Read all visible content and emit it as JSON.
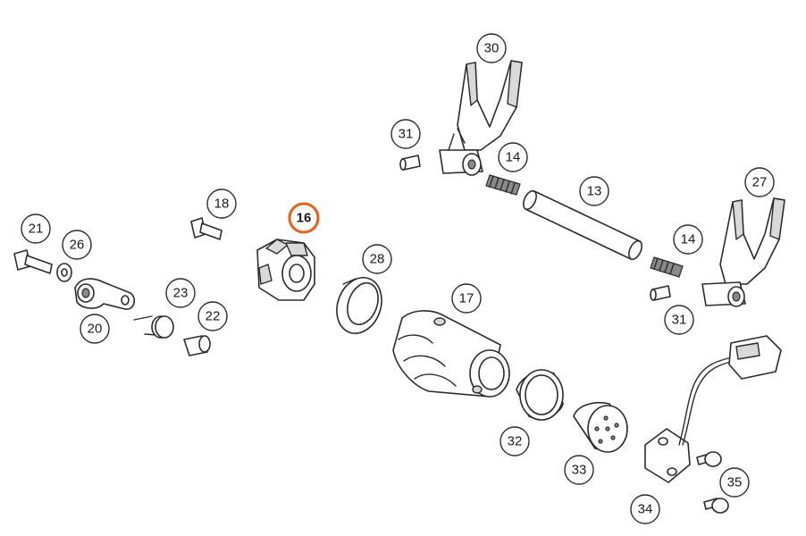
{
  "colors": {
    "line": "#2b2b2b",
    "highlight": "#e8601c",
    "fill_light": "#d9d9d9",
    "fill_dark": "#8a8a8a"
  },
  "highlighted_callout": "16",
  "callouts": [
    {
      "id": "c13",
      "label": "13"
    },
    {
      "id": "c14a",
      "label": "14"
    },
    {
      "id": "c14b",
      "label": "14"
    },
    {
      "id": "c16",
      "label": "16"
    },
    {
      "id": "c17",
      "label": "17"
    },
    {
      "id": "c18",
      "label": "18"
    },
    {
      "id": "c20",
      "label": "20"
    },
    {
      "id": "c21",
      "label": "21"
    },
    {
      "id": "c22",
      "label": "22"
    },
    {
      "id": "c23",
      "label": "23"
    },
    {
      "id": "c26",
      "label": "26"
    },
    {
      "id": "c27",
      "label": "27"
    },
    {
      "id": "c28",
      "label": "28"
    },
    {
      "id": "c30",
      "label": "30"
    },
    {
      "id": "c31a",
      "label": "31"
    },
    {
      "id": "c31b",
      "label": "31"
    },
    {
      "id": "c32",
      "label": "32"
    },
    {
      "id": "c33",
      "label": "33"
    },
    {
      "id": "c34",
      "label": "34"
    },
    {
      "id": "c35",
      "label": "35"
    }
  ]
}
